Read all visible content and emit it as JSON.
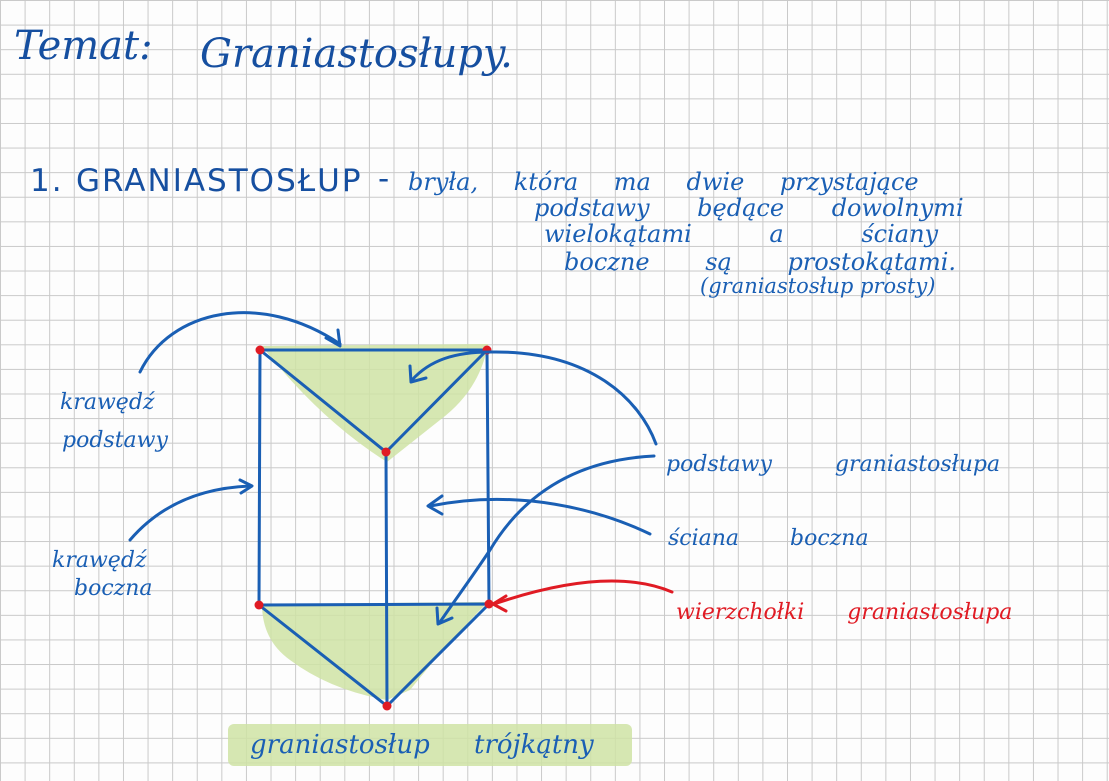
{
  "title": {
    "label": "Temat:",
    "topic": "Graniastosłupy."
  },
  "definition": {
    "number": "1.",
    "term": "GRANIASTOSŁUP",
    "dash": "-",
    "lines": [
      "bryła, która ma dwie przystające",
      "podstawy będące dowolnymi",
      "wielokątami a ściany",
      "boczne są prostokątami.",
      "(graniastosłup prosty)"
    ]
  },
  "labels": {
    "base_edge_1": "krawędź",
    "base_edge_2": "podstawy",
    "lateral_edge_1": "krawędź",
    "lateral_edge_2": "boczna",
    "bases": "podstawy graniastosłupa",
    "lateral_face": "ściana boczna",
    "vertices": "wierzchołki graniastosłupa",
    "caption": "graniastosłup trójkątny"
  },
  "colors": {
    "ink": "#1a5fb4",
    "red": "#e01b24",
    "highlight": "#cfe3a4"
  }
}
